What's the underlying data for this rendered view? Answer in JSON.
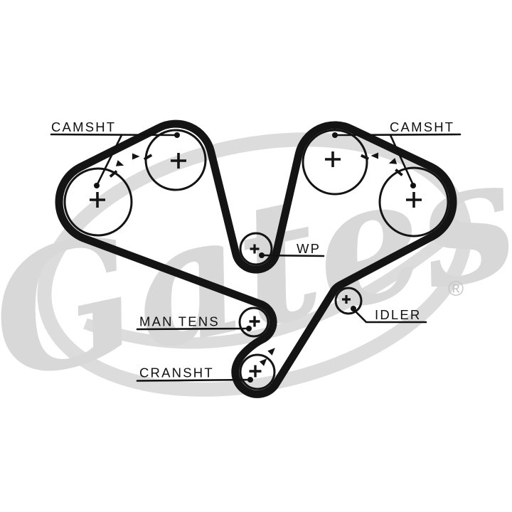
{
  "diagram": {
    "type": "timing-belt-routing-diagram",
    "labels": {
      "camsht_left": "CAMSHT",
      "camsht_right": "CAMSHT",
      "wp": "WP",
      "idler": "IDLER",
      "man_tens": "MAN TENS",
      "cransht": "CRANSHT"
    },
    "pulleys": [
      {
        "id": "camshaft-left-outer",
        "label": "CAMSHT",
        "mark": "+"
      },
      {
        "id": "camshaft-left-inner",
        "label": "CAMSHT",
        "mark": "+"
      },
      {
        "id": "water-pump",
        "label": "WP",
        "mark": "+"
      },
      {
        "id": "camshaft-right-inner",
        "label": "CAMSHT",
        "mark": "+"
      },
      {
        "id": "camshaft-right-outer",
        "label": "CAMSHT",
        "mark": "+"
      },
      {
        "id": "idler",
        "label": "IDLER",
        "mark": "+"
      },
      {
        "id": "manual-tensioner",
        "label": "MAN TENS",
        "mark": "+"
      },
      {
        "id": "crankshaft",
        "label": "CRANSHT",
        "mark": "+"
      }
    ],
    "watermark": {
      "brand": "Gates",
      "registered": "®"
    },
    "colors": {
      "line": "#141414",
      "label": "#111111",
      "watermark": "#d8d8d8",
      "background": "#ffffff"
    }
  }
}
